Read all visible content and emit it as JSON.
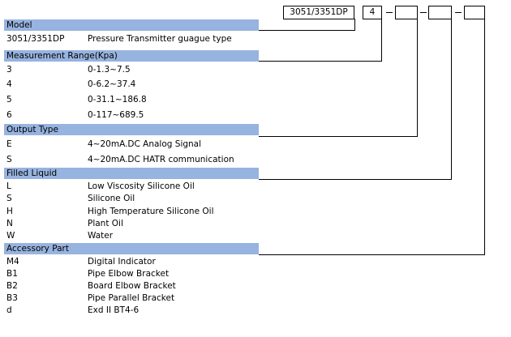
{
  "header_codes": {
    "model": "3051/3351DP",
    "range": "4",
    "output": "",
    "liquid": "",
    "accessory": ""
  },
  "sections": {
    "model": {
      "title": "Model",
      "rows": [
        {
          "code": "3051/3351DP",
          "desc": "Pressure Transmitter guague type"
        }
      ]
    },
    "range": {
      "title": "Measurement Range(Kpa)",
      "rows": [
        {
          "code": "3",
          "desc": "0-1.3~7.5"
        },
        {
          "code": "4",
          "desc": "0-6.2~37.4"
        },
        {
          "code": "5",
          "desc": "0-31.1~186.8"
        },
        {
          "code": "6",
          "desc": "0-117~689.5"
        }
      ]
    },
    "output": {
      "title": "Output Type",
      "rows": [
        {
          "code": "E",
          "desc": "4~20mA.DC  Analog Signal"
        },
        {
          "code": "S",
          "desc": "4~20mA.DC HATR communication"
        }
      ]
    },
    "liquid": {
      "title": "Filled Liquid",
      "rows": [
        {
          "code": "L",
          "desc": "Low Viscosity Silicone Oil"
        },
        {
          "code": "S",
          "desc": "Silicone Oil"
        },
        {
          "code": "H",
          "desc": "High Temperature Silicone Oil"
        },
        {
          "code": "N",
          "desc": "Plant Oil"
        },
        {
          "code": "W",
          "desc": "Water"
        }
      ]
    },
    "accessory": {
      "title": "Accessory Part",
      "rows": [
        {
          "code": "M4",
          "desc": "Digital Indicator"
        },
        {
          "code": "B1",
          "desc": "Pipe  Elbow Bracket"
        },
        {
          "code": "B2",
          "desc": "Board Elbow Bracket"
        },
        {
          "code": "B3",
          "desc": "Pipe Parallel Bracket"
        },
        {
          "code": "d",
          "desc": "Exd II BT4-6"
        }
      ]
    }
  },
  "colors": {
    "section_bar": "#97b3df",
    "lines": "#000000"
  }
}
